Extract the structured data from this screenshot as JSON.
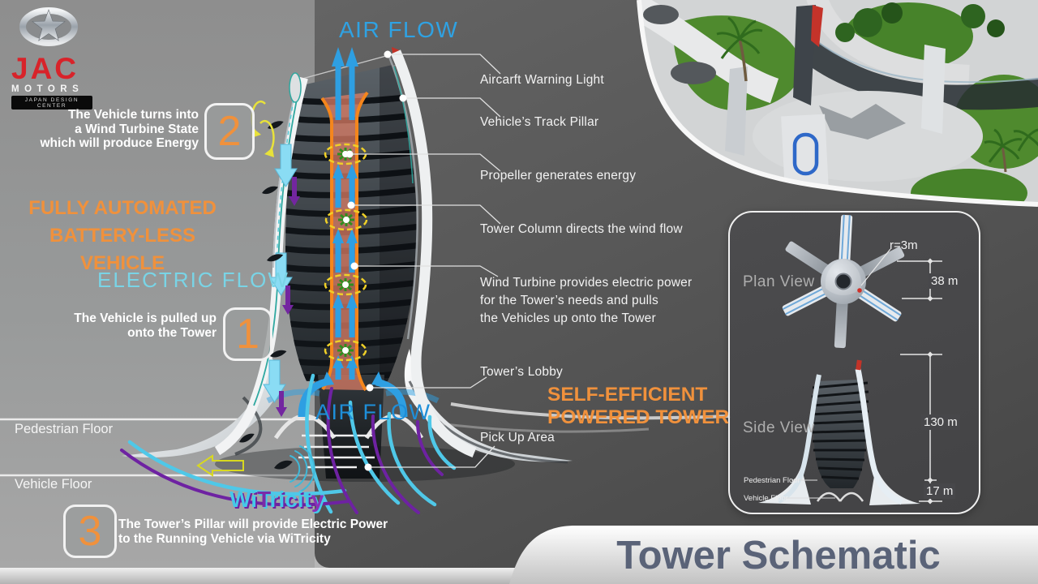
{
  "logo": {
    "brand": "JAC",
    "sub": "MOTORS",
    "tagline": "JAPAN DESIGN CENTER"
  },
  "title": "Tower Schematic",
  "flows": {
    "air_flow_top": "AIR FLOW",
    "air_flow_bottom": "AIR FLOW",
    "electric_flow": "ELECTRIC FLOW",
    "witricity": "WiTricity",
    "witricity_letters": [
      {
        "ch": "W",
        "color": "#45c8e8",
        "shadow": "#6e22a2"
      },
      {
        "ch": "i",
        "color": "#45c8e8",
        "shadow": "#6e22a2"
      },
      {
        "ch": "T",
        "color": "#7a2ba8",
        "shadow": "#45c8e8"
      },
      {
        "ch": "r",
        "color": "#45c8e8",
        "shadow": "#6e22a2"
      },
      {
        "ch": "i",
        "color": "#45c8e8",
        "shadow": "#6e22a2"
      },
      {
        "ch": "c",
        "color": "#45c8e8",
        "shadow": "#6e22a2"
      },
      {
        "ch": "i",
        "color": "#45c8e8",
        "shadow": "#6e22a2"
      },
      {
        "ch": "t",
        "color": "#45c8e8",
        "shadow": "#6e22a2"
      },
      {
        "ch": "y",
        "color": "#8a31b8",
        "shadow": "#45c8e8"
      }
    ]
  },
  "headlines": {
    "battery_less": "FULLY AUTOMATED\nBATTERY-LESS VEHICLE",
    "self_efficient": "SELF-EFFICIENT\nPOWERED TOWER"
  },
  "steps": [
    {
      "number": "1",
      "text": "The Vehicle is pulled up\nonto the Tower"
    },
    {
      "number": "2",
      "text": "The Vehicle turns into\na Wind Turbine State\nwhich will produce Energy"
    },
    {
      "number": "3",
      "text": "The Tower’s Pillar will provide Electric Power\nto the Running Vehicle via WiTricity"
    }
  ],
  "callouts": [
    {
      "label": "Aircarft Warning Light"
    },
    {
      "label": "Vehicle’s Track Pillar"
    },
    {
      "label": "Propeller generates energy"
    },
    {
      "label": "Tower Column directs the wind flow"
    },
    {
      "label": "Wind Turbine provides electric power\nfor the Tower’s needs and pulls\nthe Vehicles up onto the Tower"
    },
    {
      "label": "Tower’s Lobby"
    },
    {
      "label": "Pick Up Area"
    }
  ],
  "floors": {
    "pedestrian": "Pedestrian Floor",
    "vehicle": "Vehicle Floor"
  },
  "specs_panel": {
    "plan_view": "Plan View",
    "side_view": "Side View",
    "radius_label": "r=3m",
    "dim_top": "38 m",
    "dim_height": "130 m",
    "dim_base": "17 m",
    "pedestrian": "Pedestrian Floor",
    "vehicle": "Vehicle Floor"
  },
  "colors": {
    "accent_orange": "#f0913c",
    "air_flow_blue": "#2fa2e3",
    "electric_cyan": "#79d4e6",
    "witricity_cyan": "#45c8e8",
    "witricity_purple": "#6e22a2",
    "propeller_yellow": "#efd028",
    "warning_red": "#c23328",
    "title_slate": "#5a6378"
  }
}
